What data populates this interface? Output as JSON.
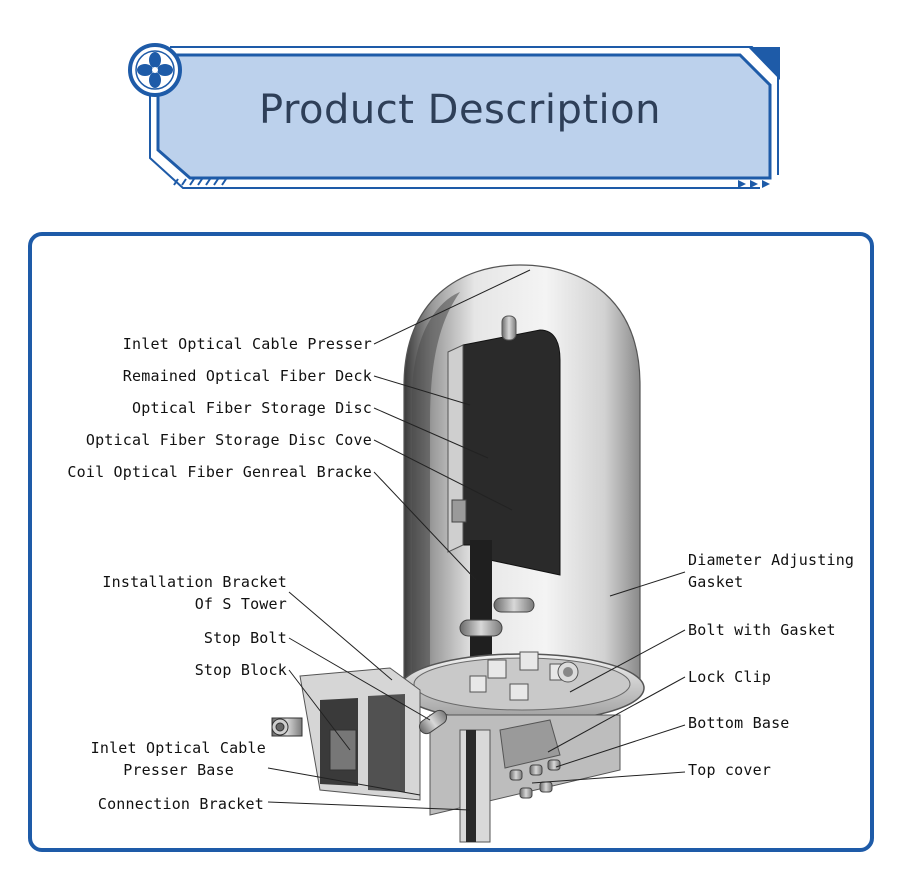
{
  "header": {
    "title": "Product Description",
    "logo_icon": "fan-icon",
    "colors": {
      "banner_fill": "#bcd1ec",
      "banner_border": "#1e5ba8",
      "title_text": "#2e3f58"
    }
  },
  "diagram": {
    "frame_color": "#1e5ba8",
    "labels": {
      "inlet_optical_cable_presser": "Inlet Optical Cable Presser",
      "remained_optical_fiber_deck": "Remained Optical Fiber Deck",
      "optical_fiber_storage_disc": "Optical Fiber Storage Disc",
      "optical_fiber_storage_disc_cove": "Optical Fiber Storage Disc Cove",
      "coil_optical_fiber_genreal_bracke": "Coil Optical Fiber Genreal Bracke",
      "installation_bracket_line1": "Installation Bracket",
      "installation_bracket_line2": "Of S Tower",
      "stop_bolt": "Stop Bolt",
      "stop_block": "Stop Block",
      "inlet_presser_base_line1": "Inlet Optical Cable",
      "inlet_presser_base_line2": "Presser Base",
      "connection_bracket": "Connection Bracket",
      "diameter_adjusting_line1": "Diameter Adjusting",
      "diameter_adjusting_line2": "Gasket",
      "bolt_with_gasket": "Bolt with Gasket",
      "lock_clip": "Lock Clip",
      "bottom_base": "Bottom Base",
      "top_cover": "Top cover"
    }
  }
}
